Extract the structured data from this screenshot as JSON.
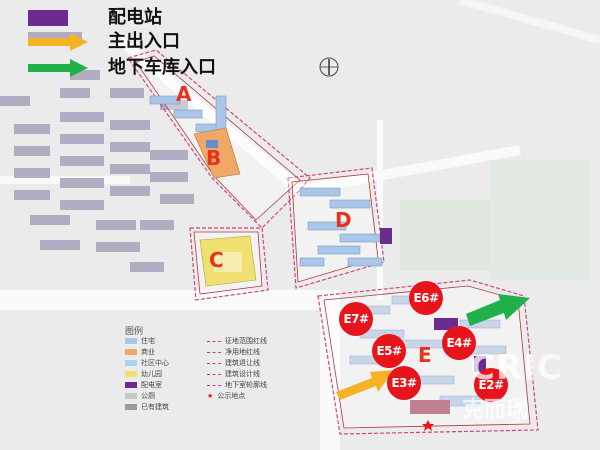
{
  "top_legend": [
    {
      "label": "配电站",
      "symbol": "purple-block"
    },
    {
      "label": "主出入口",
      "symbol": "orange-arrow"
    },
    {
      "label": "地下车库入口",
      "symbol": "green-arrow"
    }
  ],
  "zones": [
    "A",
    "B",
    "C",
    "D",
    "E"
  ],
  "points": [
    "E6#",
    "E7#",
    "E4#",
    "E5#",
    "E3#",
    "E2#"
  ],
  "map_legend": {
    "title": "图例",
    "left_items": [
      {
        "label": "住宅",
        "color": "#a9c6e8"
      },
      {
        "label": "商业",
        "color": "#f0a868"
      },
      {
        "label": "社区中心",
        "color": "#a6d6ee"
      },
      {
        "label": "幼儿园",
        "color": "#f0e070"
      },
      {
        "label": "配电室",
        "color": "#6a2c8e"
      },
      {
        "label": "公厕",
        "color": "#c8c8c8"
      },
      {
        "label": "已有建筑",
        "color": "#9a9a9a"
      }
    ],
    "right_items": [
      {
        "label": "征地范围红线",
        "kind": "line"
      },
      {
        "label": "净用地红线",
        "kind": "line"
      },
      {
        "label": "建筑退让线",
        "kind": "line"
      },
      {
        "label": "建筑设计线",
        "kind": "line"
      },
      {
        "label": "地下室轮廓线",
        "kind": "line"
      },
      {
        "label": "公示地点",
        "kind": "star"
      }
    ]
  },
  "watermark": {
    "text": "CRIC",
    "subtext": "克而瑞"
  },
  "colors": {
    "purple": "#6a2c8e",
    "orange": "#f5b324",
    "green": "#22b04b",
    "point_red": "#e8141c",
    "zone_label": "#e8321e",
    "boundary": "#d5437f"
  }
}
